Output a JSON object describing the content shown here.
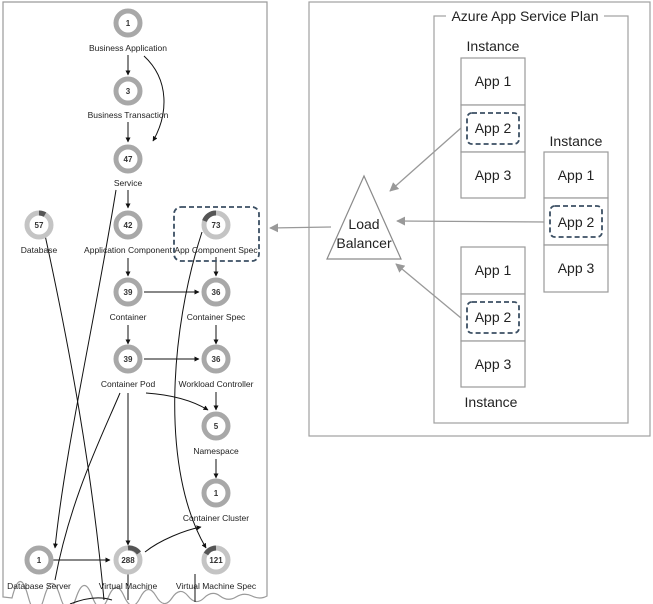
{
  "supply_chain": {
    "nodes": {
      "business_application": {
        "label": "Business Application",
        "count": "1"
      },
      "business_transaction": {
        "label": "Business Transaction",
        "count": "3"
      },
      "service": {
        "label": "Service",
        "count": "47"
      },
      "database": {
        "label": "Database",
        "count": "57"
      },
      "application_component": {
        "label": "Application Component",
        "count": "42"
      },
      "app_component_spec": {
        "label": "App Component Spec",
        "count": "73"
      },
      "container": {
        "label": "Container",
        "count": "39"
      },
      "container_spec": {
        "label": "Container Spec",
        "count": "36"
      },
      "container_pod": {
        "label": "Container Pod",
        "count": "39"
      },
      "workload_controller": {
        "label": "Workload Controller",
        "count": "36"
      },
      "namespace": {
        "label": "Namespace",
        "count": "5"
      },
      "container_cluster": {
        "label": "Container Cluster",
        "count": "1"
      },
      "database_server": {
        "label": "Database Server",
        "count": "1"
      },
      "virtual_machine": {
        "label": "Virtual Machine",
        "count": "288"
      },
      "virtual_machine_spec": {
        "label": "Virtual Machine Spec",
        "count": "121"
      }
    }
  },
  "azure": {
    "plan_title": "Azure App Service Plan",
    "load_balancer": {
      "line1": "Load",
      "line2": "Balancer"
    },
    "instance_top": {
      "label": "Instance",
      "apps": [
        "App 1",
        "App 2",
        "App 3"
      ]
    },
    "instance_right": {
      "label": "Instance",
      "apps": [
        "App 1",
        "App 2",
        "App 3"
      ]
    },
    "instance_bottom": {
      "label": "Instance",
      "apps": [
        "App 1",
        "App 2",
        "App 3"
      ]
    }
  }
}
